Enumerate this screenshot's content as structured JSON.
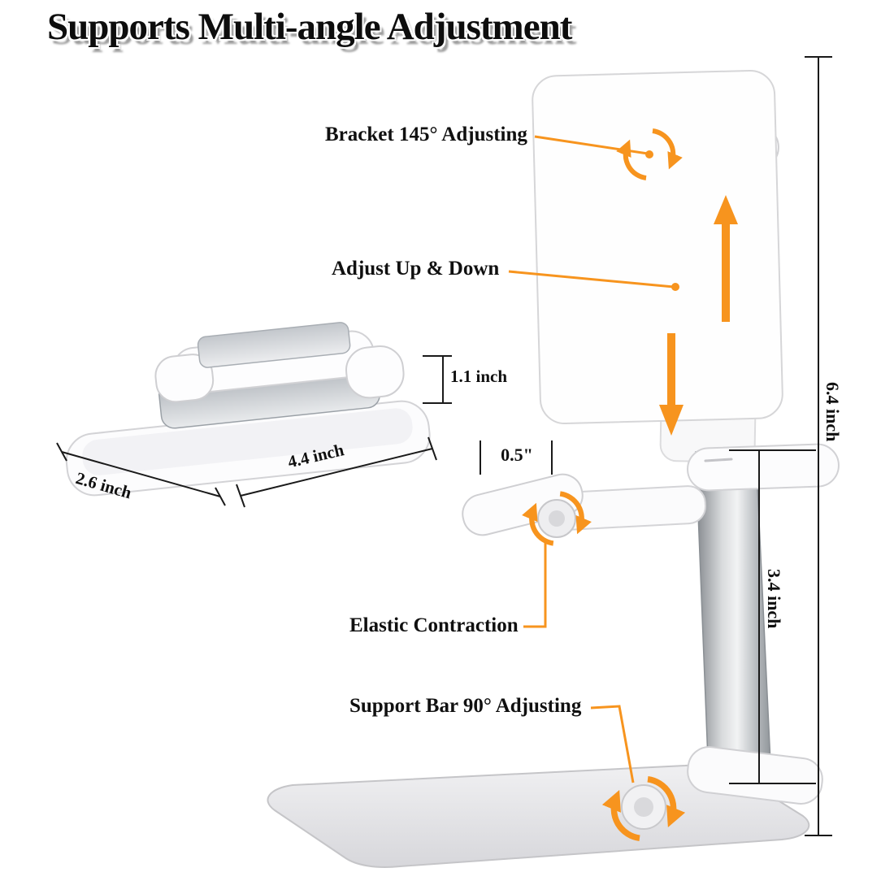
{
  "title": "Supports Multi-angle Adjustment",
  "callouts": {
    "bracket_adjusting": "Bracket 145° Adjusting",
    "adjust_up_down": "Adjust Up & Down",
    "elastic_contraction": "Elastic Contraction",
    "support_bar_adjusting": "Support Bar 90° Adjusting"
  },
  "dimensions": {
    "overall_height": "6.4 inch",
    "lower_pole_height": "3.4 inch",
    "hook_depth": "0.5\"",
    "folded_thickness": "1.1 inch",
    "folded_length": "4.4 inch",
    "folded_width": "2.6 inch"
  },
  "colors": {
    "accent_orange": "#F7941E",
    "dimension_line": "#1a1a1a",
    "product_white": "#fcfcfd",
    "product_silver": "#b9bdc2",
    "background": "#ffffff"
  },
  "icons": {
    "rotation_arrow": "circular rotation arrows",
    "up_arrow": "upward arrow",
    "down_arrow": "downward arrow"
  }
}
